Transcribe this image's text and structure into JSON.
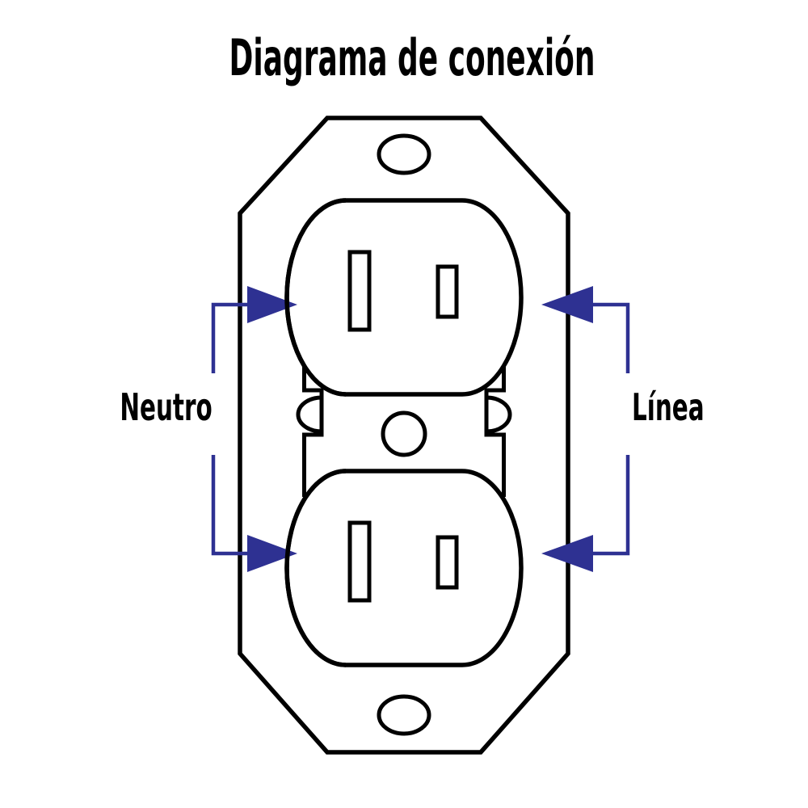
{
  "title": "Diagrama de conexión",
  "labels": {
    "left": "Neutro",
    "right": "Línea"
  },
  "colors": {
    "outline": "#000000",
    "annotation": "#2e3192",
    "background": "#ffffff"
  }
}
